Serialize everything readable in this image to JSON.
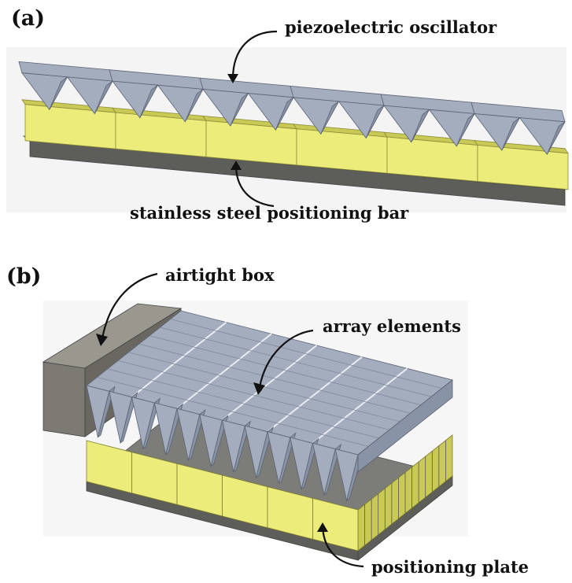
{
  "panel_a": {
    "label": "(a)",
    "callouts": {
      "top": "piezoelectric oscillator",
      "bottom": "stainless steel positioning bar"
    }
  },
  "panel_b": {
    "label": "(b)",
    "callouts": {
      "box": "airtight box",
      "array": "array elements",
      "plate": "positioning plate"
    }
  },
  "colors": {
    "oscillator": "#a4adbe",
    "oscillator_dark": "#8893a6",
    "yellow": "#ecec7a",
    "yellow_dark": "#c9c955",
    "steel": "#7c7c78",
    "steel_dark": "#5d5d5a",
    "box": "#7d7a74"
  },
  "counts": {
    "a_modules": 6,
    "b_modules": 6,
    "b_rows": 9
  }
}
